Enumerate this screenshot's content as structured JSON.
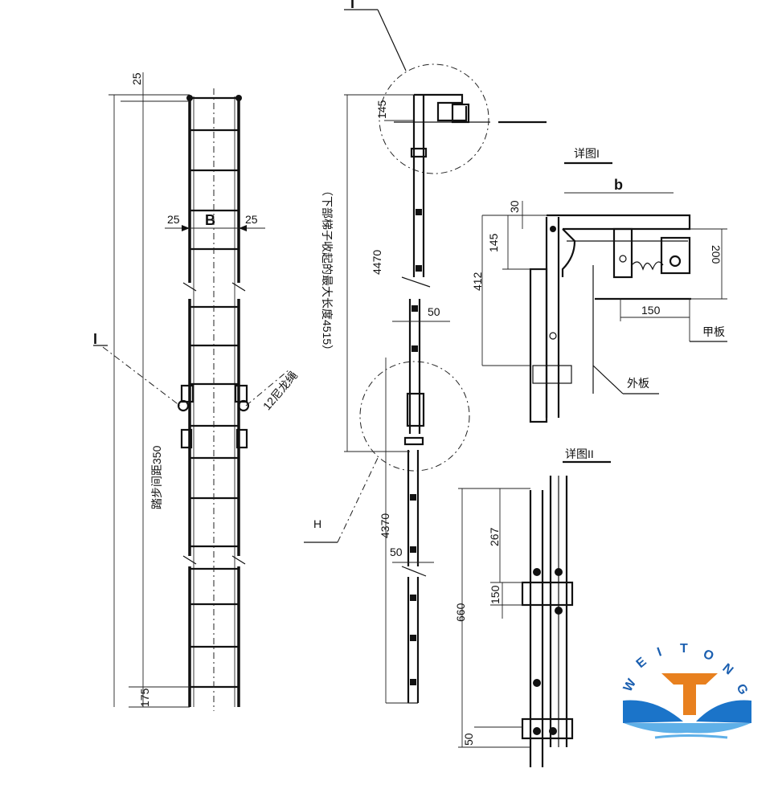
{
  "dims": {
    "top_25": "25",
    "left_25": "25",
    "B": "B",
    "right_25": "25",
    "step_spacing": "踏步间距350",
    "bottom_175": "175",
    "d145": "145",
    "d4470": "4470",
    "lower_note": "（下部梯子收起的最大长度4515）",
    "d50a": "50",
    "d4370": "4370",
    "d50b": "50",
    "b": "b",
    "d30": "30",
    "d145b": "145",
    "d412": "412",
    "d200": "200",
    "d150": "150",
    "d267": "267",
    "d150b": "150",
    "d660": "660",
    "d50c": "50"
  },
  "labels": {
    "marker_I_left": "I",
    "marker_I_top": "I",
    "marker_H": "H",
    "nylon_rope": "12尼龙绳",
    "detail_I": "详图I",
    "detail_II": "详图II",
    "deck_plate": "甲板",
    "outer_plate": "外板"
  },
  "brand": {
    "name": "WEITONG",
    "letters": [
      "W",
      "E",
      "I",
      "T",
      "O",
      "N",
      "G"
    ],
    "colors": {
      "blue": "#1b74c9",
      "orange": "#e8801e",
      "light": "#5fb0e8"
    }
  }
}
